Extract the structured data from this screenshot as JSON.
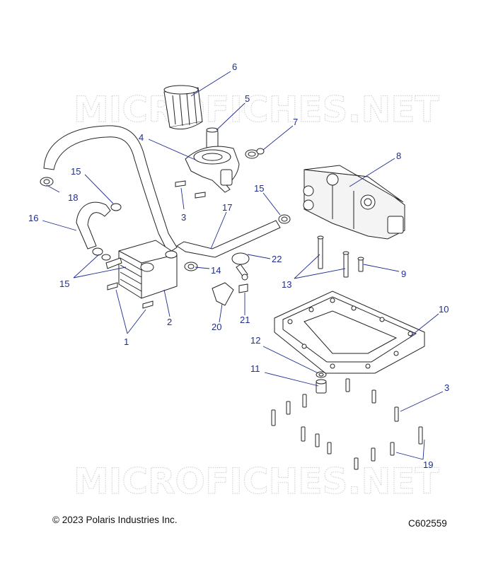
{
  "watermark": {
    "top": "MICROFICHES.NET",
    "bottom": "MICROFICHES.NET"
  },
  "footer": {
    "copyright": "© 2023 Polaris Industries Inc.",
    "diagram_code": "C602559"
  },
  "callouts": [
    {
      "id": "c1",
      "label": "1"
    },
    {
      "id": "c2",
      "label": "2"
    },
    {
      "id": "c3a",
      "label": "3"
    },
    {
      "id": "c3b",
      "label": "3"
    },
    {
      "id": "c4",
      "label": "4"
    },
    {
      "id": "c5",
      "label": "5"
    },
    {
      "id": "c6",
      "label": "6"
    },
    {
      "id": "c7",
      "label": "7"
    },
    {
      "id": "c8",
      "label": "8"
    },
    {
      "id": "c9",
      "label": "9"
    },
    {
      "id": "c10",
      "label": "10"
    },
    {
      "id": "c11",
      "label": "11"
    },
    {
      "id": "c12",
      "label": "12"
    },
    {
      "id": "c13",
      "label": "13"
    },
    {
      "id": "c14",
      "label": "14"
    },
    {
      "id": "c15a",
      "label": "15"
    },
    {
      "id": "c15b",
      "label": "15"
    },
    {
      "id": "c15c",
      "label": "15"
    },
    {
      "id": "c16",
      "label": "16"
    },
    {
      "id": "c17",
      "label": "17"
    },
    {
      "id": "c18",
      "label": "18"
    },
    {
      "id": "c19",
      "label": "19"
    },
    {
      "id": "c20",
      "label": "20"
    },
    {
      "id": "c21",
      "label": "21"
    },
    {
      "id": "c22",
      "label": "22"
    }
  ],
  "colors": {
    "callout": "#1f2d8f",
    "line_art": "#222222",
    "watermark": "#d4d4d4"
  }
}
